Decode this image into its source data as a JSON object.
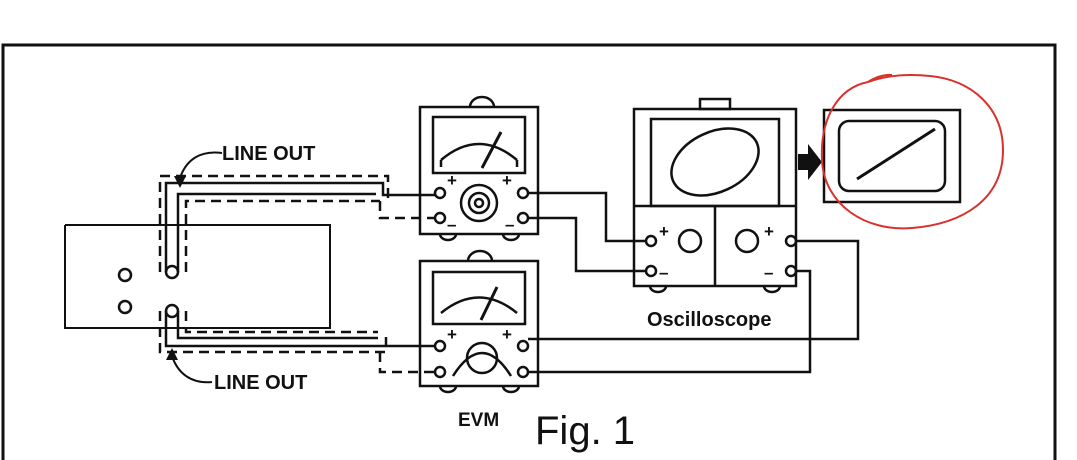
{
  "labels": {
    "line_out_top": "LINE OUT",
    "line_out_bottom": "LINE OUT",
    "oscilloscope": "Oscilloscope",
    "evm": "EVM",
    "figure_caption": "Fig. 1"
  },
  "terminal_signs": {
    "plus": "+",
    "minus": "–"
  },
  "colors": {
    "ink": "#111111",
    "background": "#ffffff",
    "annotation": "#d8322e"
  },
  "icons": [
    "arrow-right-icon"
  ]
}
